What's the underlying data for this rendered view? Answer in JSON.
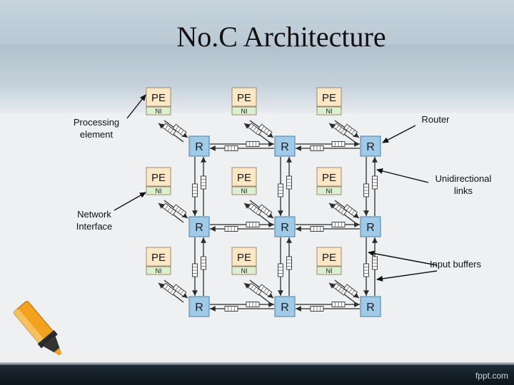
{
  "slide": {
    "title": "No.C Architecture",
    "footer_brand": "fppt.com"
  },
  "diagram": {
    "grid_rows": 3,
    "grid_cols": 3,
    "pe_label": "PE",
    "ni_label": "NI",
    "router_label": "R",
    "colors": {
      "pe_fill": "#fde7c4",
      "pe_border": "#9a8a70",
      "ni_fill": "#dcefcf",
      "router_fill": "#9fcbe8",
      "router_border": "#4b7ea4",
      "link": "#2b2b2b",
      "buffer_fill": "#ffffff"
    }
  },
  "callouts": {
    "processing_element": "Processing element",
    "network_interface": "Network Interface",
    "router": "Router",
    "unidirectional_links": "Unidirectional links",
    "input_buffers": "Input buffers"
  },
  "decorations": {
    "highlighter_icon": "highlighter-pen-icon",
    "highlighter_color": "#f3a21d"
  }
}
